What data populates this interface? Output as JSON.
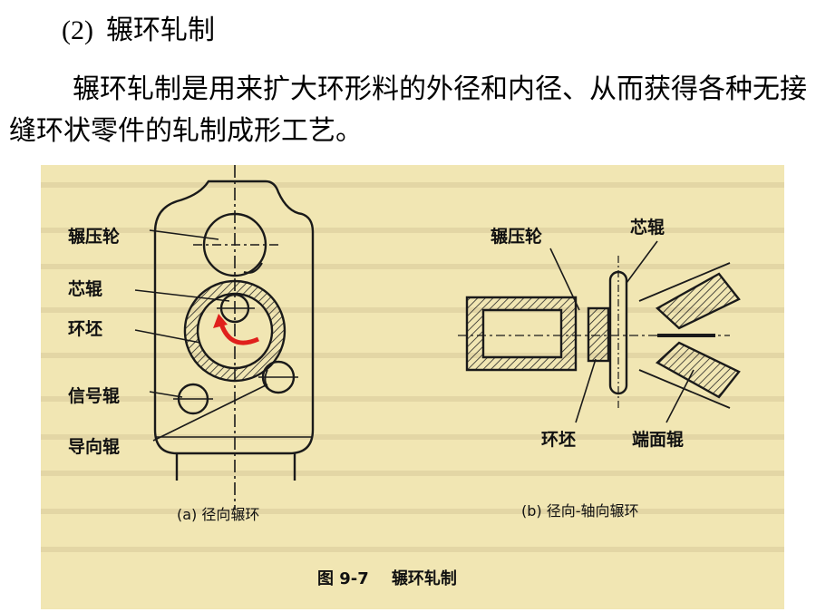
{
  "heading": {
    "number": "(2)",
    "title": "辗环轧制"
  },
  "paragraph": "辗环轧制是用来扩大环形料的外径和内径、从而获得各种无接缝环状零件的轧制成形工艺。",
  "figure": {
    "left_labels": {
      "pressure_roller": "辗压轮",
      "mandrel": "芯辊",
      "ring_blank": "环坯",
      "signal_roller": "信号辊",
      "guide_roller": "导向辊"
    },
    "right_labels": {
      "pressure_roller": "辗压轮",
      "mandrel": "芯辊",
      "ring_blank": "环坯",
      "end_roller": "端面辊"
    },
    "caption_a": "(a) 径向辗环",
    "caption_b": "(b) 径向-轴向辗环",
    "figure_number": "图 9-7",
    "figure_title": "辗环轧制"
  },
  "colors": {
    "paper": "#f1e6b3",
    "accent_arrow": "#e0201c",
    "ink": "#1a1a1a"
  }
}
